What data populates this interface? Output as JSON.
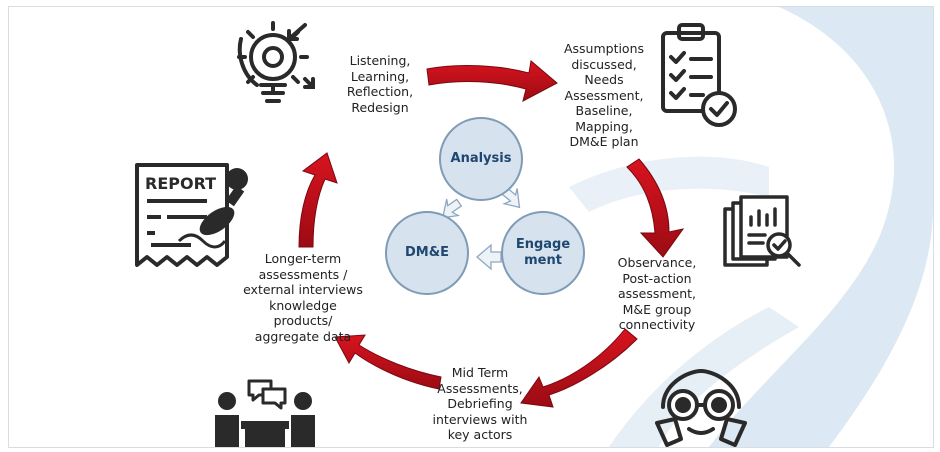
{
  "center": {
    "analysis": "Analysis",
    "engagement": "Engage\nment",
    "dme": "DM&E"
  },
  "steps": {
    "listening": "Listening,\nLearning,\nReflection,\nRedesign",
    "assumptions": "Assumptions\ndiscussed,\nNeeds\nAssessment,\nBaseline,\nMapping,\nDM&E plan",
    "observance": "Observance,\nPost-action\nassessment,\nM&E group\nconnectivity",
    "midterm": "Mid Term\nAssessments,\nDebriefing\ninterviews with\nkey actors",
    "longer_term": "Longer-term\nassessments /\nexternal interviews\nknowledge\nproducts/\naggregate data"
  },
  "report_icon": {
    "title": "REPORT"
  },
  "colors": {
    "arrow": "#c8101b",
    "arrow_dark": "#8e0a12",
    "circle_fill": "#d6e3ef",
    "circle_border": "#7f9bb6",
    "circle_text": "#20476f",
    "background_swoosh": "#dce8f3"
  },
  "icons": [
    "gear-lightbulb-icon",
    "checklist-clipboard-icon",
    "report-document-icon",
    "document-analysis-icon",
    "meeting-people-icon",
    "binoculars-observer-icon"
  ]
}
